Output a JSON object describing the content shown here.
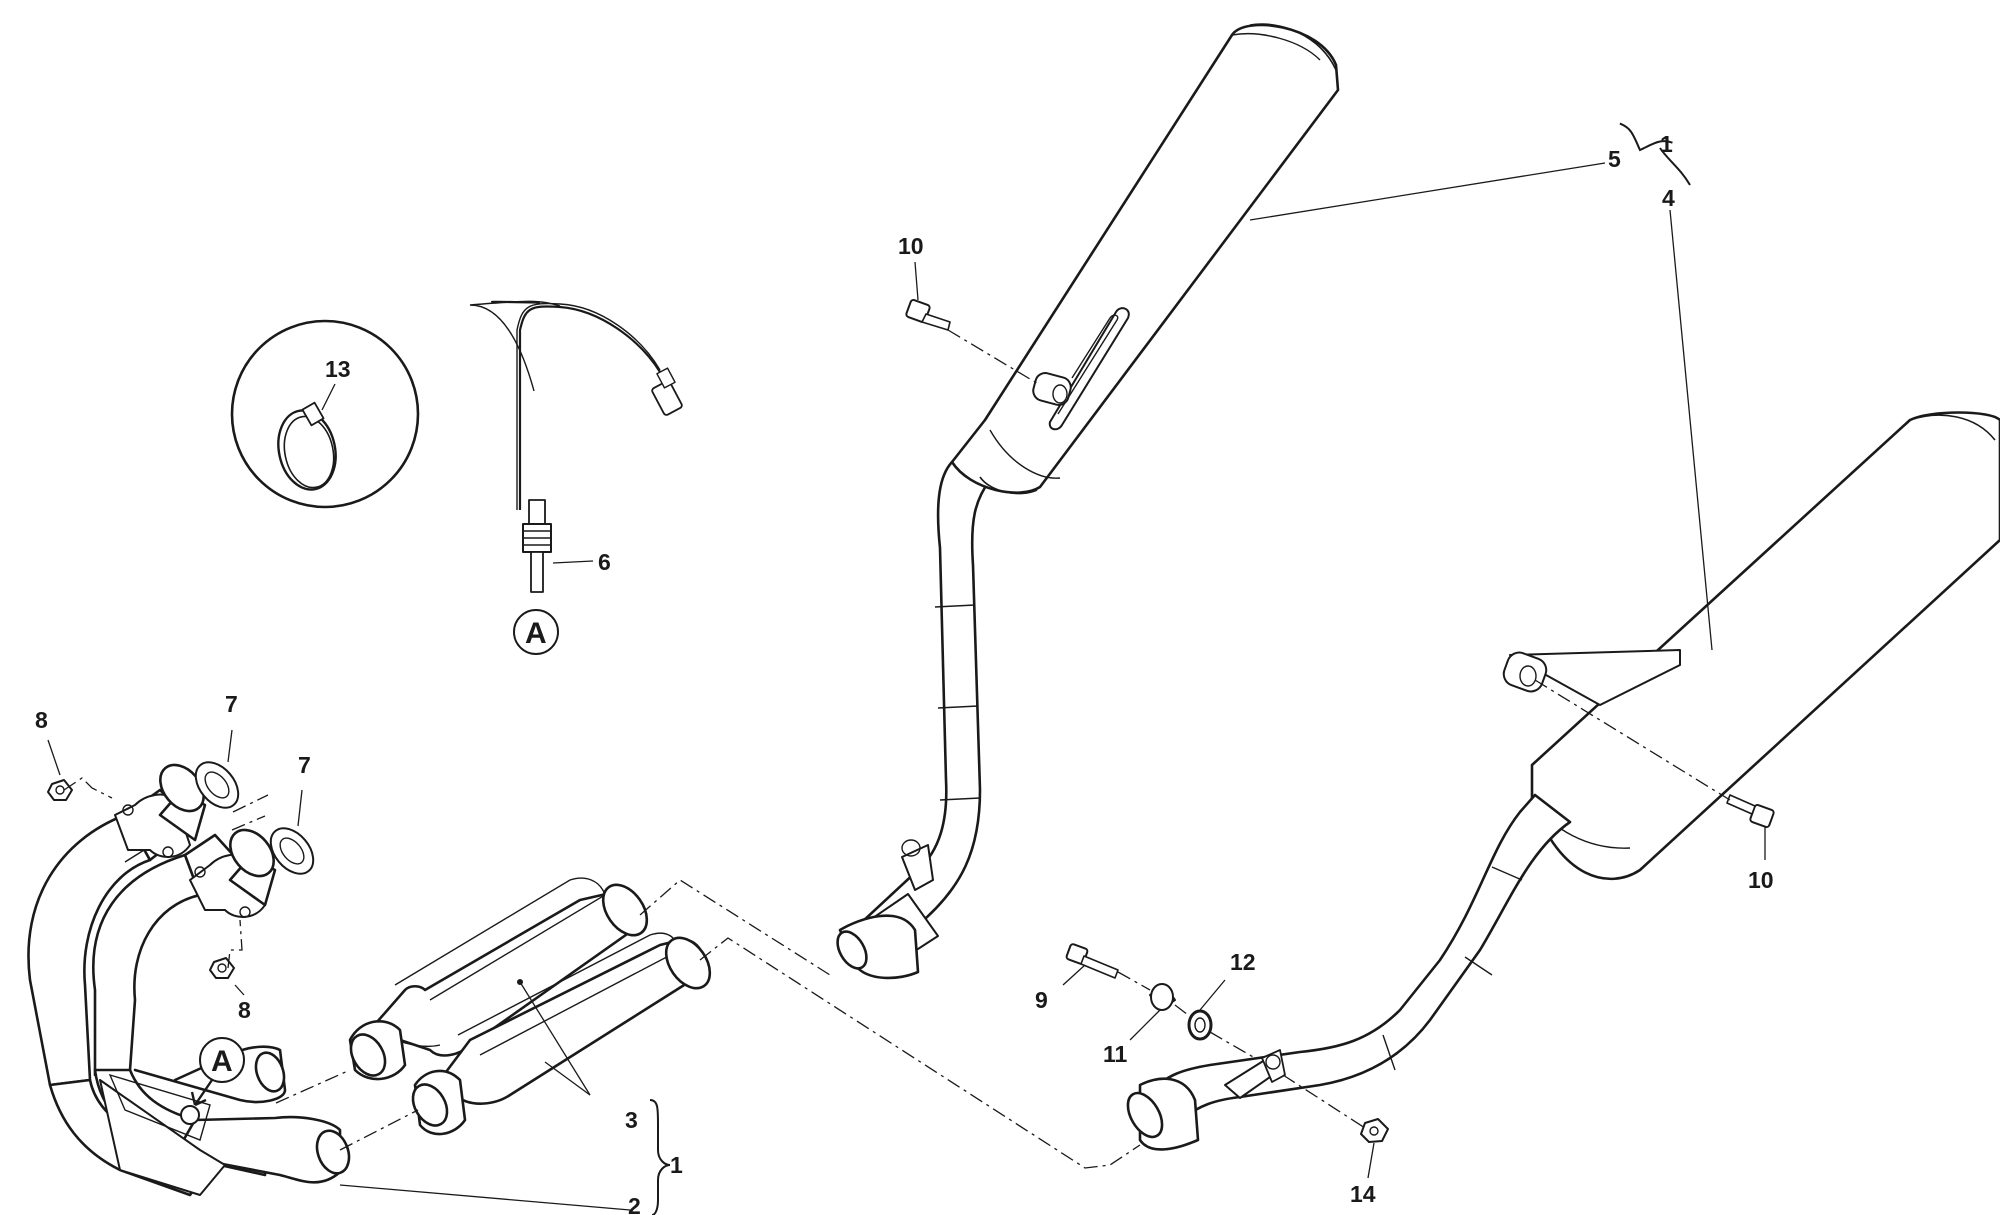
{
  "diagram": {
    "callouts": {
      "p1_top": "1",
      "p1_bottom": "1",
      "p2": "2",
      "p3": "3",
      "p4": "4",
      "p5": "5",
      "p6": "6",
      "p7_upper": "7",
      "p7_lower": "7",
      "p8_upper": "8",
      "p8_lower": "8",
      "p9": "9",
      "p10_upper": "10",
      "p10_lower": "10",
      "p11": "11",
      "p12": "12",
      "p13": "13",
      "p14": "14"
    },
    "reference_markers": {
      "sensor": "A",
      "manifold": "A"
    }
  }
}
